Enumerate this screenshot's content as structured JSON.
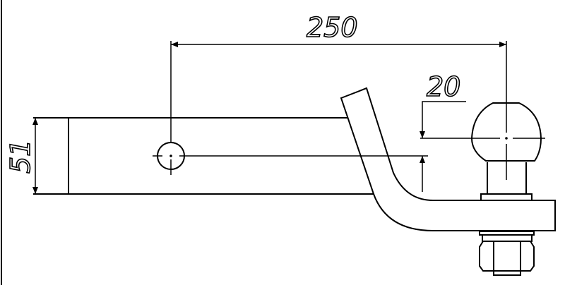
{
  "drawing": {
    "dimensions": {
      "length": "250",
      "ball_offset": "20",
      "shank_height": "51"
    },
    "colors": {
      "line": "#000000",
      "background": "#ffffff"
    }
  }
}
